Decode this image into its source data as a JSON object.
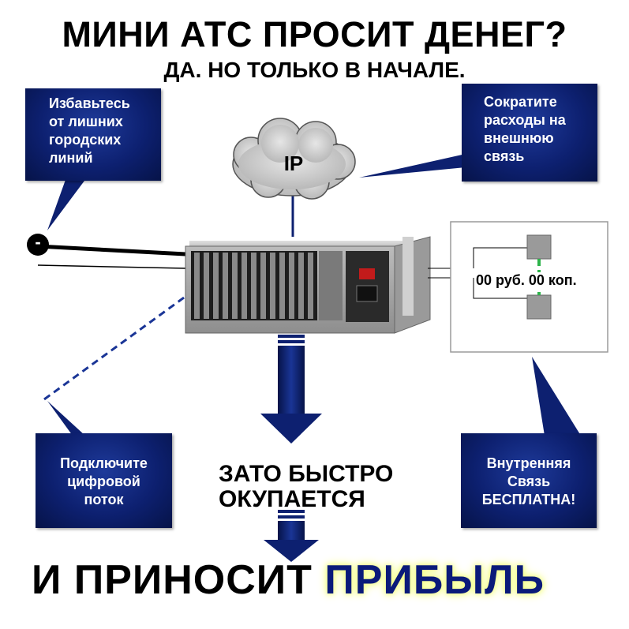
{
  "header": {
    "title": "МИНИ АТС ПРОСИТ ДЕНЕГ?",
    "subtitle": "ДА. НО ТОЛЬКО В НАЧАЛЕ."
  },
  "callouts": {
    "top_left": [
      "Избавьтесь",
      "от лишних",
      "городских",
      "линий"
    ],
    "top_right": [
      "Сократите",
      "расходы на",
      "внешнюю",
      "связь"
    ],
    "bottom_left": [
      "Подключите",
      "цифровой",
      "поток"
    ],
    "bottom_right": [
      "Внутренняя",
      "Связь",
      "БЕСПЛАТНА!"
    ]
  },
  "cloud_label": "IP",
  "line_node_label": "-",
  "price_label": "00 руб. 00 коп.",
  "middle_text": [
    "ЗАТО БЫСТРО",
    "ОКУПАЕТСЯ"
  ],
  "bottom_text": {
    "prefix": "И ПРИНОСИТ",
    "highlight": "ПРИБЫЛЬ"
  },
  "colors": {
    "box_navy": "#0d2070",
    "highlight_glow": "#f4ff8a",
    "internal_link": "#2db34a"
  }
}
